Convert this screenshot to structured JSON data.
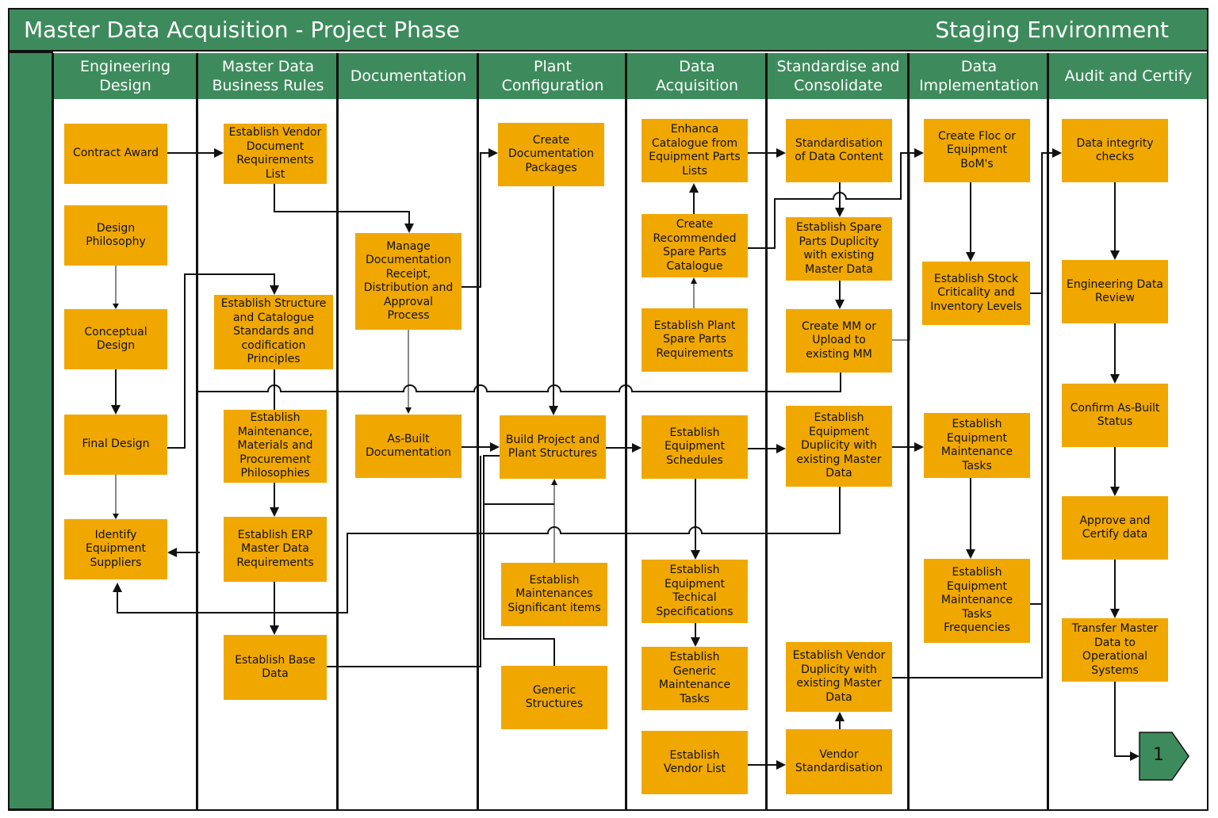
{
  "title": "Master Data Acquisition - Project Phase",
  "environment": "Staging Environment",
  "lanes": [
    "Engineering\nDesign",
    "Master Data\nBusiness Rules",
    "Documentation",
    "Plant\nConfiguration",
    "Data\nAcquisition",
    "Standardise and\nConsolidate",
    "Data\nImplementation",
    "Audit and Certify"
  ],
  "steps": {
    "contract_award": "Contract Award",
    "design_philosophy": "Design\nPhilosophy",
    "conceptual_design": "Conceptual\nDesign",
    "final_design": "Final Design",
    "identify_suppliers": "Identify\nEquipment\nSuppliers",
    "vendor_doc_req": "Establish Vendor\nDocument\nRequirements\nList",
    "structure_standards": "Establish Structure\nand Catalogue\nStandards and\ncodification\nPrinciples",
    "mmp_philosophies": "Establish\nMaintenance,\nMaterials and\nProcurement\nPhilosophies",
    "erp_requirements": "Establish ERP\nMaster Data\nRequirements",
    "base_data": "Establish Base\nData",
    "manage_documentation": "Manage\nDocumentation\nReceipt,\nDistribution and\nApproval\nProcess",
    "as_built_documentation": "As-Built\nDocumentation",
    "create_doc_packages": "Create\nDocumentation\nPackages",
    "build_structures": "Build Project and\nPlant Structures",
    "significant_items": "Establish\nMaintenances\nSignificant items",
    "generic_structures": "Generic\nStructures",
    "enhance_catalogue": "Enhanca\nCatalogue from\nEquipment Parts\nLists",
    "recommended_spares": "Create\nRecommended\nSpare Parts\nCatalogue",
    "plant_spares": "Establish Plant\nSpare Parts\nRequirements",
    "equipment_schedules": "Establish\nEquipment\nSchedules",
    "tech_specs": "Establish\nEquipment\nTechical\nSpecifications",
    "generic_tasks": "Establish\nGeneric\nMaintenance\nTasks",
    "vendor_list": "Establish\nVendor List",
    "standardisation": "Standardisation\nof Data Content",
    "spare_duplicity": "Establish Spare\nParts Duplicity\nwith existing\nMaster Data",
    "create_mm": "Create MM or\nUpload to\nexisting MM",
    "equipment_duplicity": "Establish\nEquipment\nDuplicity with\nexisting Master\nData",
    "vendor_duplicity": "Establish Vendor\nDuplicity with\nexisting Master\nData",
    "vendor_standardisation": "Vendor\nStandardisation",
    "floc_bom": "Create Floc or\nEquipment\nBoM's",
    "stock_criticality": "Establish Stock\nCriticality and\nInventory Levels",
    "maintenance_tasks": "Establish\nEquipment\nMaintenance\nTasks",
    "task_frequencies": "Establish\nEquipment\nMaintenance\nTasks\nFrequencies",
    "integrity_checks": "Data integrity\nchecks",
    "engineering_review": "Engineering Data\nReview",
    "as_built_status": "Confirm As-Built\nStatus",
    "approve_certify": "Approve and\nCertify data",
    "transfer_master": "Transfer Master\nData to\nOperational\nSystems"
  },
  "off_page_connector": "1",
  "colors": {
    "header_green": "#3d8b5c",
    "step_orange": "#f0a800",
    "line": "#111111"
  }
}
